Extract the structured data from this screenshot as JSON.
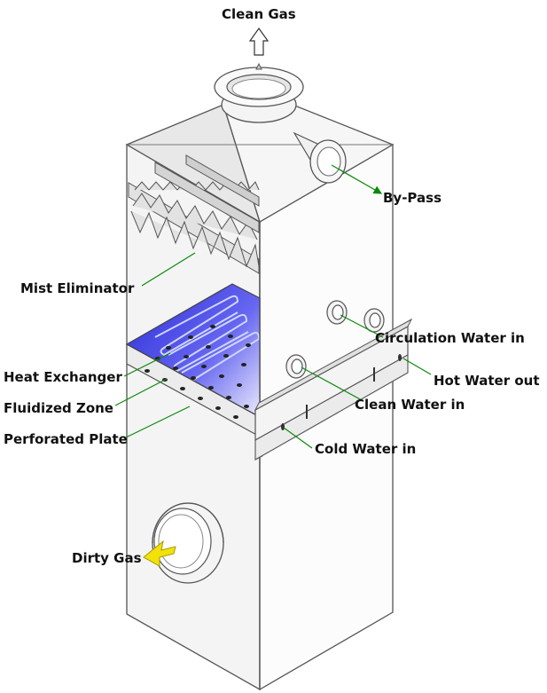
{
  "labels": {
    "clean_gas": "Clean Gas",
    "by_pass": "By-Pass",
    "mist_eliminator": "Mist Eliminator",
    "circulation_water_in": "Circulation Water in",
    "hot_water_out": "Hot Water out",
    "heat_exchanger": "Heat Exchanger",
    "clean_water_in": "Clean Water in",
    "fluidized_zone": "Fluidized Zone",
    "perforated_plate": "Perforated Plate",
    "cold_water_in": "Cold Water in",
    "dirty_gas": "Dirty Gas"
  },
  "colors": {
    "leader_line": "#0a8a0a",
    "dirty_gas_arrow": "#f2e20a",
    "fluidized_zone_fill": "#2a2ae0",
    "outline": "#555555"
  }
}
